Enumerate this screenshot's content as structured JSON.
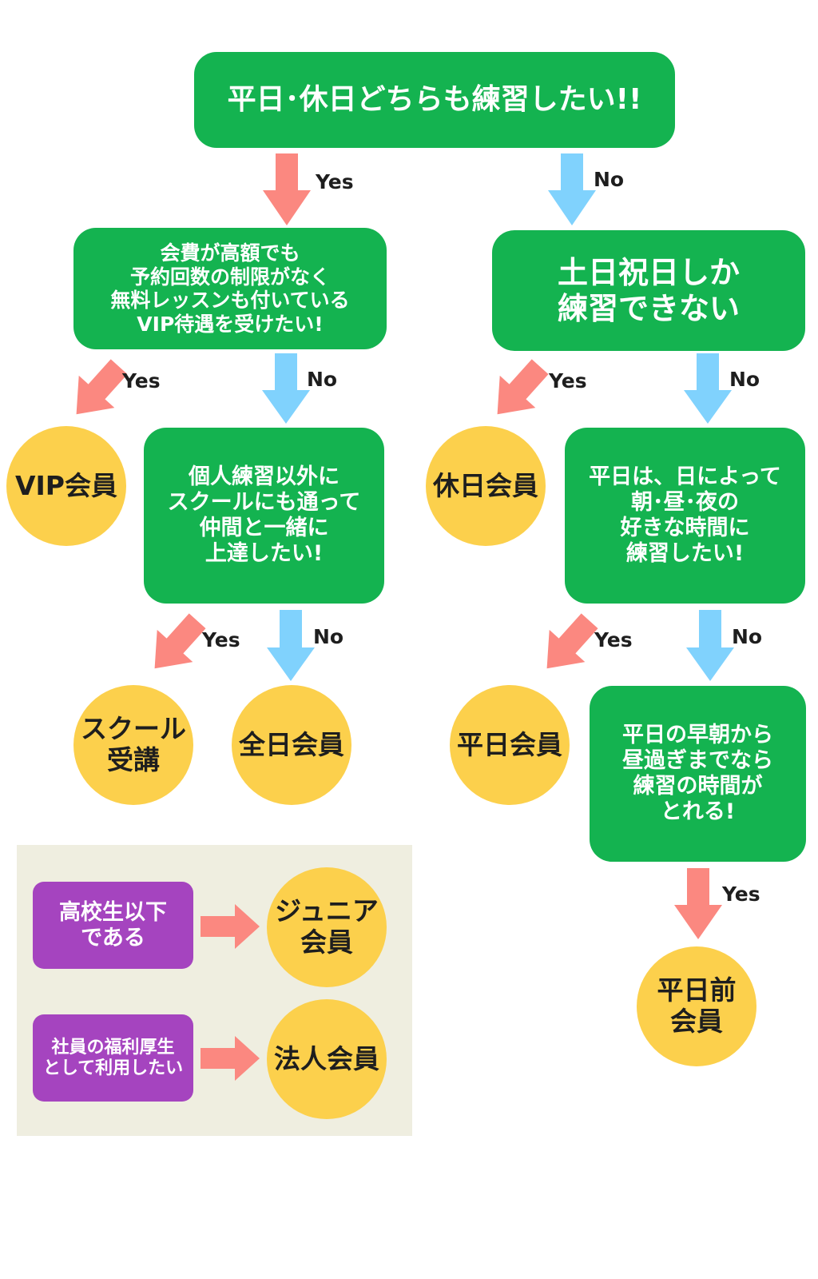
{
  "colors": {
    "question_box": "#14b350",
    "result_circle": "#fcd04c",
    "yes_arrow": "#fb8880",
    "no_arrow": "#80d2fd",
    "legend_panel": "#efeee0",
    "legend_box": "#a544bf"
  },
  "labels": {
    "yes": "Yes",
    "no": "No"
  },
  "questions": {
    "root": "平日･休日どちらも練習したい!!",
    "vip_benefits": "会費が高額でも\n予約回数の制限がなく\n無料レッスンも付いている\nVIP待遇を受けたい!",
    "weekend_only": "土日祝日しか\n練習できない",
    "school": "個人練習以外に\nスクールにも通って\n仲間と一緒に\n上達したい!",
    "weekday_flexible": "平日は、日によって\n朝･昼･夜の\n好きな時間に\n練習したい!",
    "weekday_morning": "平日の早朝から\n昼過ぎまでなら\n練習の時間が\nとれる!"
  },
  "results": {
    "vip": "VIP会員",
    "holiday": "休日会員",
    "school": "スクール\n受講",
    "all_day": "全日会員",
    "weekday": "平日会員",
    "weekday_morning": "平日前\n会員",
    "junior": "ジュニア\n会員",
    "corporate": "法人会員"
  },
  "legend": {
    "junior_condition": "高校生以下\nである",
    "corporate_condition": "社員の福利厚生\nとして利用したい"
  }
}
